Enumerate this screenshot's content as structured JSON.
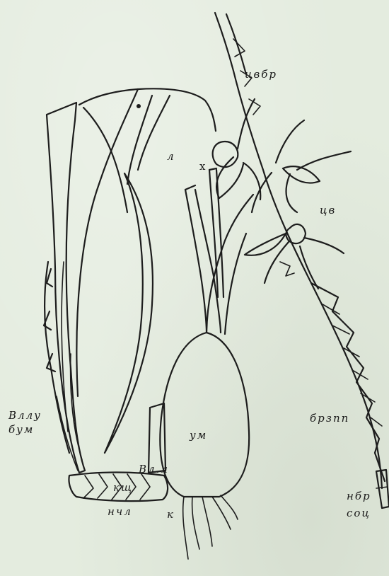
{
  "labels": {
    "tsvbr": "цвбр",
    "l": "л",
    "x": "x",
    "tsv": "цв",
    "vllu": "Вллу",
    "bum": "бум",
    "um": "ум",
    "brzpp": "брзпп",
    "vll": "Вл.л",
    "ksch": "кщ",
    "nbr": "нбр",
    "soc": "соц",
    "nchl": "нчл",
    "k": "к"
  },
  "colors": {
    "paper": "#e4ecdf",
    "ink": "#1d1d1d"
  }
}
